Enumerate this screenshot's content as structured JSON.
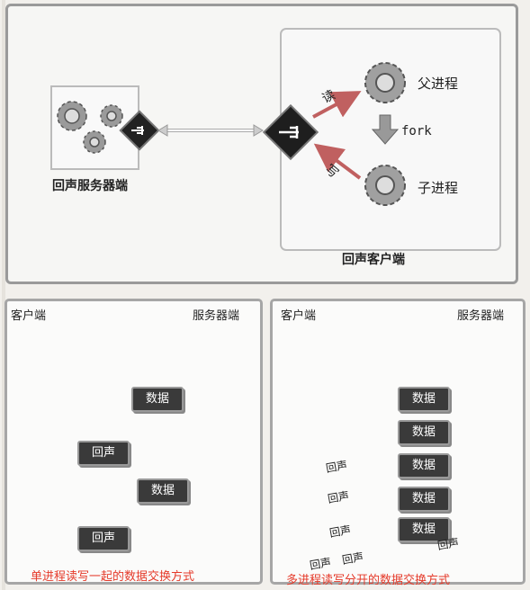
{
  "top": {
    "server_label": "回声服务器端",
    "client_label": "回声客户端",
    "read_label": "读",
    "write_label": "写",
    "parent_label": "父进程",
    "child_label": "子进程",
    "fork_label": "fork"
  },
  "left": {
    "client": "客户端",
    "server": "服务器端",
    "data1": "数据",
    "echo1": "回声",
    "data2": "数据",
    "echo2": "回声",
    "caption": "单进程读写一起的数据交换方式"
  },
  "right": {
    "client": "客户端",
    "server": "服务器端",
    "data": [
      "数据",
      "数据",
      "数据",
      "数据",
      "数据"
    ],
    "echo": [
      "回声",
      "回声",
      "回声",
      "回声",
      "回声",
      "回声"
    ],
    "caption": "多进程读写分开的数据交换方式"
  },
  "colors": {
    "caption": "#e53a2a",
    "box": "#3a3a3a",
    "arrow": "#c06060"
  }
}
